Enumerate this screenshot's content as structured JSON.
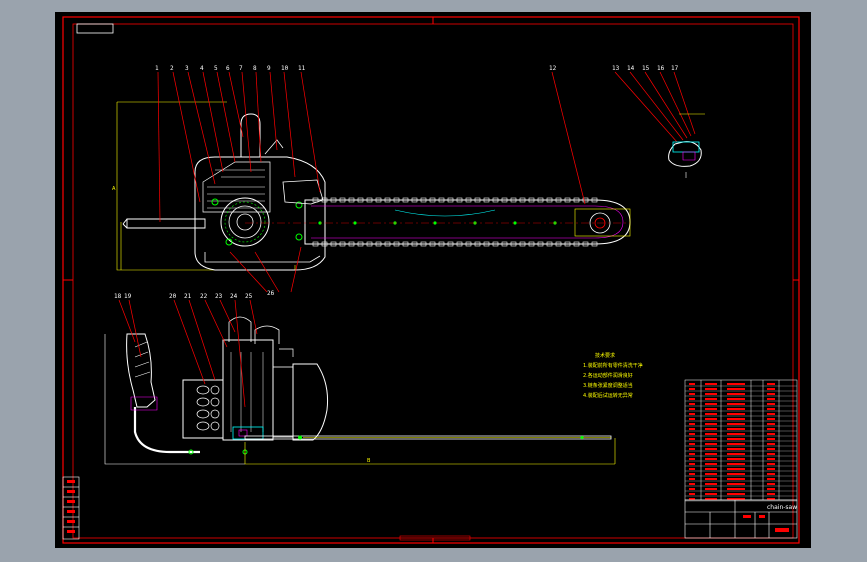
{
  "drawing": {
    "title_block_label": "chain-saw",
    "stamp_label": "",
    "balloons_top": [
      "1",
      "2",
      "3",
      "4",
      "5",
      "6",
      "7",
      "8",
      "9",
      "10",
      "11",
      "12",
      "13",
      "14",
      "15",
      "16",
      "17"
    ],
    "balloons_bottom": [
      "18",
      "19",
      "20",
      "21",
      "22",
      "23",
      "24",
      "25",
      "26"
    ],
    "notes_heading": "技术要求",
    "notes_lines": [
      "1.装配前所有零件清洗干净",
      "2.各运动部件润滑良好",
      "3.链条张紧度调整适当",
      "4.装配后试运转无异常"
    ],
    "colors": {
      "frame": "#ff0000",
      "outline": "#ffffff",
      "bar": "#ffff00",
      "guide": "#00ff00",
      "accent": "#00ffff"
    }
  }
}
